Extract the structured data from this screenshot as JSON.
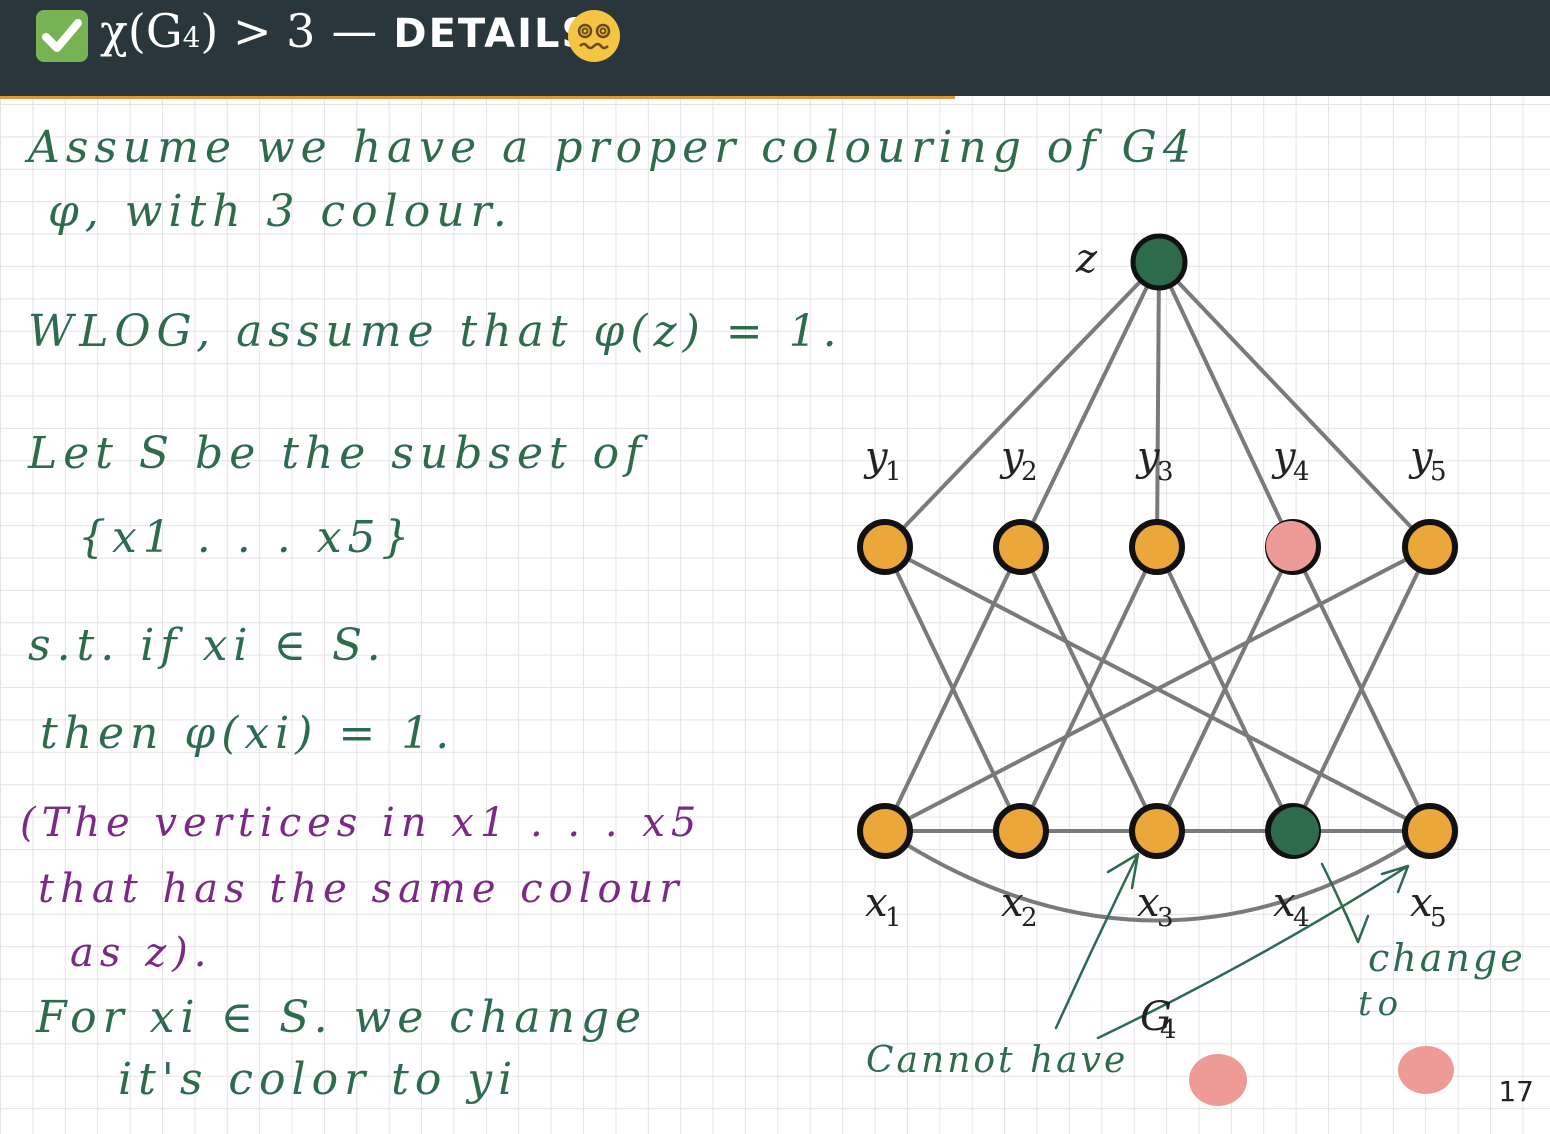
{
  "header": {
    "title_math": "χ(G",
    "title_sub": "4",
    "title_rest": ") > 3",
    "title_dash": "—",
    "title_label": "DETAILS",
    "icons": [
      "check-mark-icon",
      "dizzy-face-icon"
    ]
  },
  "notes": {
    "line1": "Assume we have a proper colouring of G4",
    "line2": "φ, with 3 colour.",
    "line3": "WLOG, assume that φ(z) = 1.",
    "line4": "Let S be the subset of",
    "line5": "{x1 . . .  x5}",
    "line6": "s.t. if xi ∈ S.",
    "line7": "then φ(xi) = 1.",
    "line8": "(The vertices in x1 . . . x5",
    "line9": "that has the same colour",
    "line10": "as z).",
    "line11": "For xi ∈ S. we change",
    "line12": "it's color to yi",
    "annotation_change": "change",
    "annotation_to": "to",
    "annotation_cannot": "Cannot have"
  },
  "graph": {
    "caption": "G4",
    "top_label": "z",
    "y_labels": [
      "y",
      "y",
      "y",
      "y",
      "y"
    ],
    "y_subs": [
      "1",
      "2",
      "3",
      "4",
      "5"
    ],
    "x_labels": [
      "x",
      "x",
      "x",
      "x",
      "x"
    ],
    "x_subs": [
      "1",
      "2",
      "3",
      "4",
      "5"
    ],
    "colors": {
      "vertex_fill": "#eca73a",
      "vertex_stroke": "#111111",
      "edge": "#7a7a7a",
      "ink_green": "#2e6b4d",
      "ink_purple": "#7a2a86",
      "marker_pink": "#ee9a97"
    }
  },
  "page_number": "17"
}
